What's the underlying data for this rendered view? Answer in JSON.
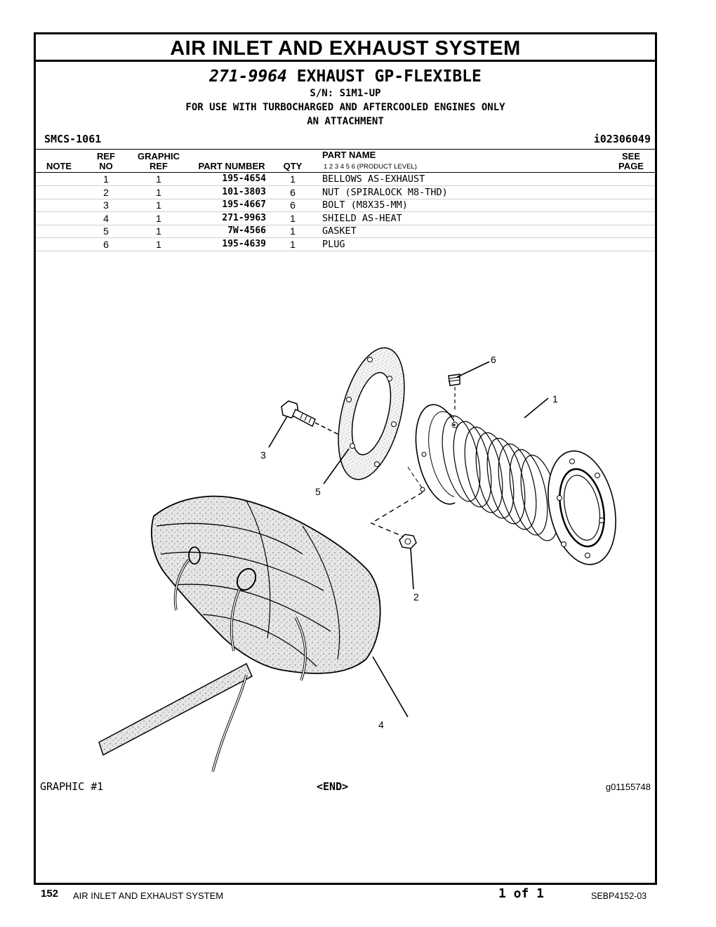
{
  "section_title": "AIR INLET AND EXHAUST SYSTEM",
  "group": {
    "part_number": "271-9964",
    "name": "EXHAUST GP-FLEXIBLE",
    "serial": "S/N: S1M1-UP",
    "usage": "FOR USE WITH TURBOCHARGED AND AFTERCOOLED ENGINES ONLY",
    "attachment": "AN ATTACHMENT"
  },
  "smcs": "SMCS-1061",
  "info_id": "i02306049",
  "columns": {
    "note": "NOTE",
    "ref_top": "REF",
    "ref_bottom": "NO",
    "graphic_top": "GRAPHIC",
    "graphic_bottom": "REF",
    "part_number": "PART NUMBER",
    "qty": "QTY",
    "part_name": "PART NAME",
    "levels": "1   2   3   4   5   6   (PRODUCT LEVEL)",
    "see_top": "SEE",
    "see_bottom": "PAGE"
  },
  "parts": [
    {
      "ref": "1",
      "graphic": "1",
      "part_number": "195-4654",
      "qty": "1",
      "name": "BELLOWS AS-EXHAUST"
    },
    {
      "ref": "2",
      "graphic": "1",
      "part_number": "101-3803",
      "qty": "6",
      "name": "NUT (SPIRALOCK M8-THD)"
    },
    {
      "ref": "3",
      "graphic": "1",
      "part_number": "195-4667",
      "qty": "6",
      "name": "BOLT (M8X35-MM)"
    },
    {
      "ref": "4",
      "graphic": "1",
      "part_number": "271-9963",
      "qty": "1",
      "name": "SHIELD AS-HEAT"
    },
    {
      "ref": "5",
      "graphic": "1",
      "part_number": "7W-4566",
      "qty": "1",
      "name": "GASKET"
    },
    {
      "ref": "6",
      "graphic": "1",
      "part_number": "195-4639",
      "qty": "1",
      "name": "PLUG"
    }
  ],
  "callouts": [
    "1",
    "2",
    "3",
    "4",
    "5",
    "6"
  ],
  "graphic_label": "GRAPHIC #1",
  "end_label": "<END>",
  "graphic_id": "g01155748",
  "footer": {
    "page_number": "152",
    "title": "AIR INLET AND EXHAUST SYSTEM",
    "page_of": "1 of 1",
    "doc_id": "SEBP4152-03"
  }
}
